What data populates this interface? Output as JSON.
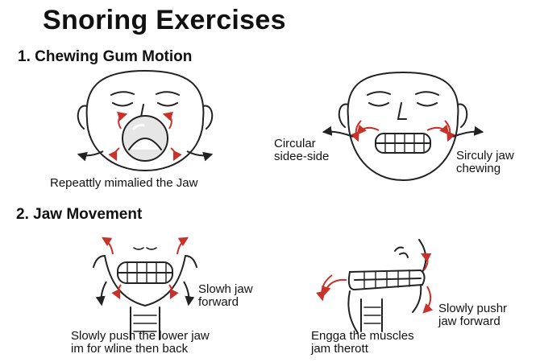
{
  "title": "Snoring Exercises",
  "sections": [
    {
      "heading": "1. Chewing Gum Motion",
      "panels": [
        {
          "caption_lines": [
            "Repeattly mimalied the Jaw"
          ]
        },
        {
          "labels": [
            {
              "lines": [
                "Circular",
                "sidee-side"
              ]
            },
            {
              "lines": [
                "Sirculy jaw",
                "chewing"
              ]
            }
          ]
        }
      ]
    },
    {
      "heading": "2. Jaw Movement",
      "panels": [
        {
          "labels": [
            {
              "lines": [
                "Slowh jaw",
                "forward"
              ]
            }
          ],
          "caption_lines": [
            "Slowly push the lower jaw",
            "im for wline then back"
          ]
        },
        {
          "labels": [
            {
              "lines": [
                "Slowly pushr",
                "jaw forward"
              ]
            }
          ],
          "caption_lines": [
            "Engga the muscles",
            "jam therott"
          ]
        }
      ]
    }
  ],
  "colors": {
    "ink": "#222222",
    "accent": "#c8322a"
  }
}
